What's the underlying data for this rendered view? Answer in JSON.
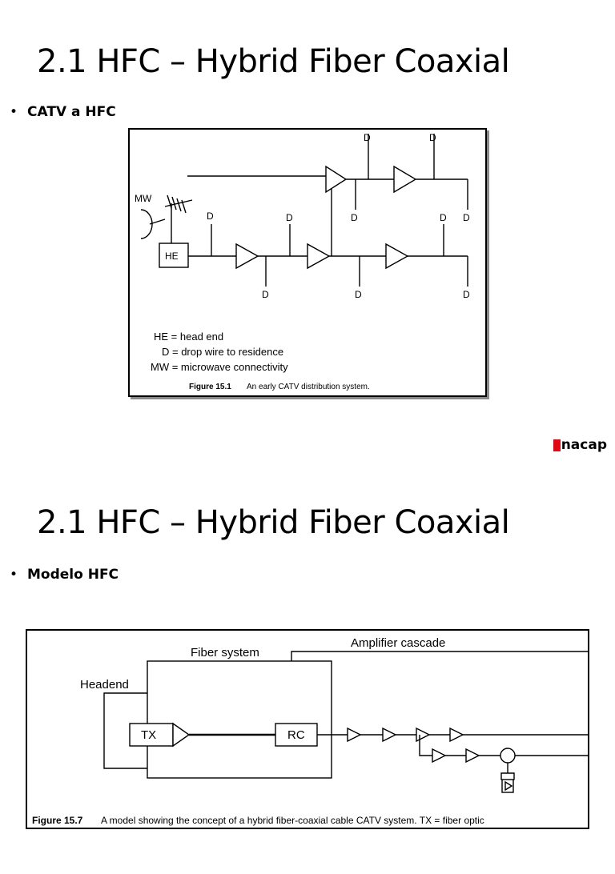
{
  "slide1": {
    "title": "2.1 HFC – Hybrid Fiber Coaxial",
    "bullet": "CATV a HFC",
    "figure": {
      "nodes": {
        "head_end": "HE",
        "microwave": "MW",
        "drop": "D"
      },
      "legend": [
        "HE = head end",
        "D = drop wire to residence",
        "MW = microwave connectivity"
      ],
      "caption_label": "Figure 15.1",
      "caption_text": "An early CATV distribution system."
    },
    "logo": "nacap"
  },
  "slide2": {
    "title": "2.1 HFC – Hybrid Fiber Coaxial",
    "bullet": "Modelo HFC",
    "figure": {
      "labels": {
        "fiber_system": "Fiber system",
        "amplifier_cascade": "Amplifier cascade",
        "headend": "Headend",
        "tx": "TX",
        "rc": "RC"
      },
      "caption_label": "Figure 15.7",
      "caption_text": "A model showing the concept of a hybrid fiber-coaxial cable CATV system. TX = fiber optic"
    }
  }
}
